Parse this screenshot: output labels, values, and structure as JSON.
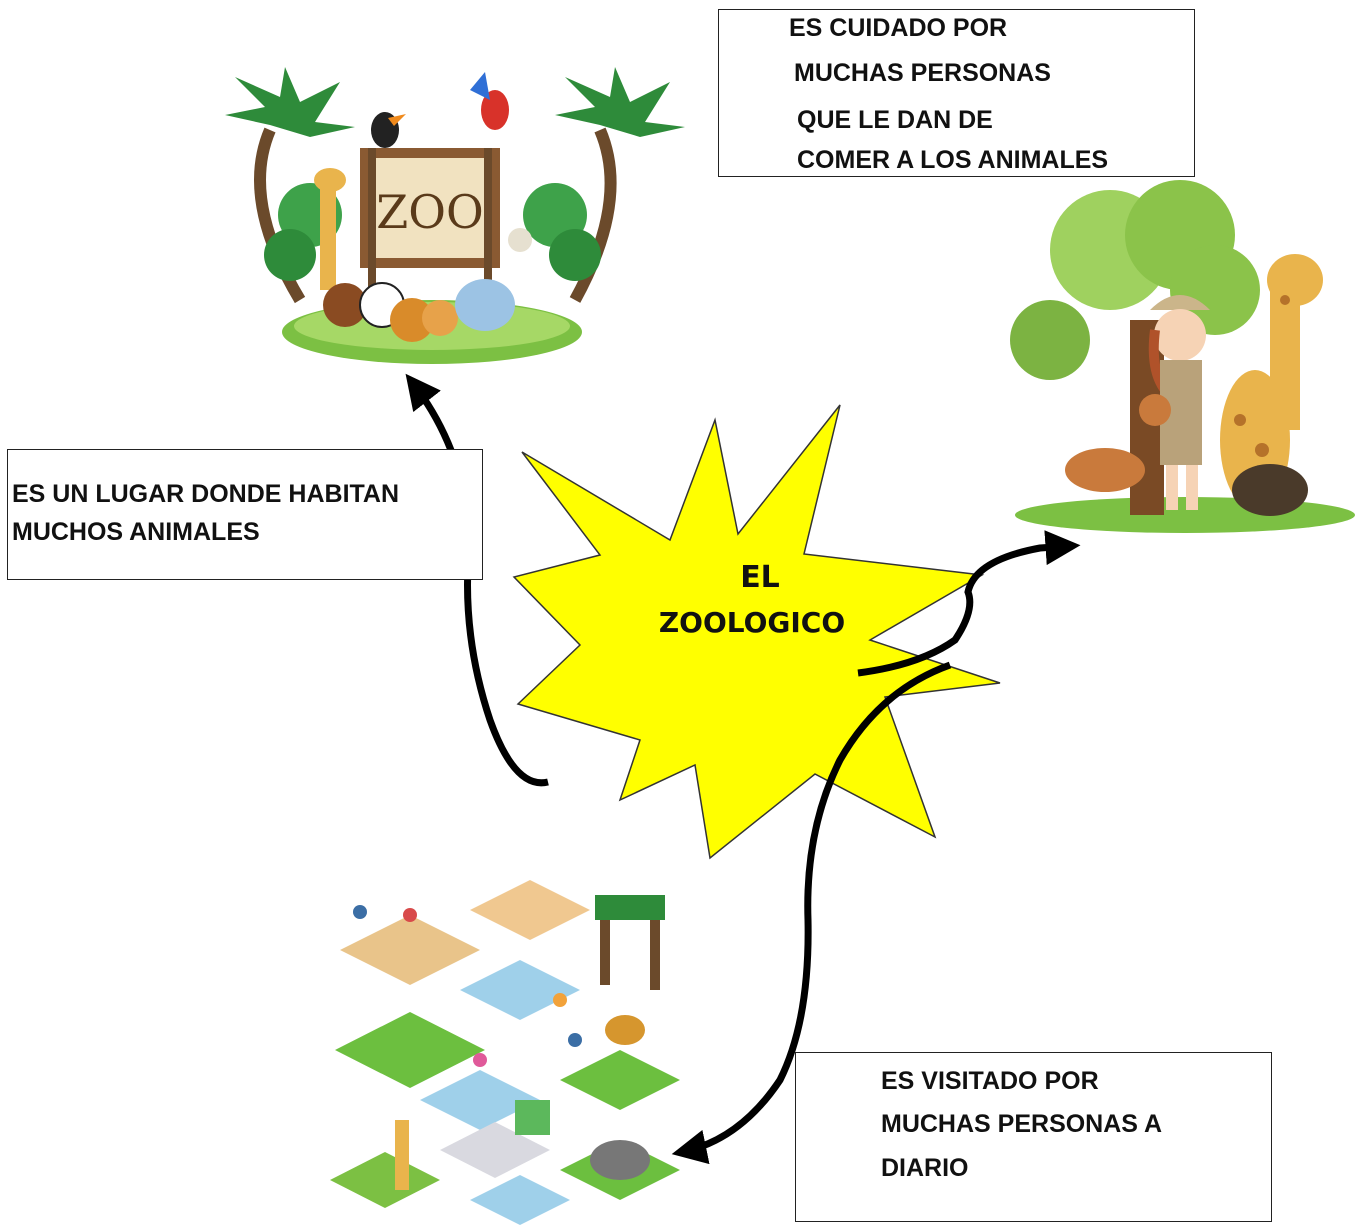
{
  "center": {
    "line1": "EL",
    "line2": "ZOOLOGICO",
    "color": "#ffff00"
  },
  "boxes": {
    "care": [
      "ES CUIDADO POR",
      "MUCHAS PERSONAS",
      "QUE LE DAN DE",
      "COMER A LOS ANIMALES"
    ],
    "place": [
      "ES UN LUGAR DONDE HABITAN",
      "MUCHOS ANIMALES"
    ],
    "visit": [
      "ES VISITADO POR",
      "MUCHAS PERSONAS A",
      "DIARIO"
    ]
  },
  "illustrations": {
    "zoo_sign": {
      "text": "ZOO",
      "icon": "zoo-entrance-illustration"
    },
    "zookeeper": {
      "icon": "zookeeper-illustration"
    },
    "isometric_zoo": {
      "icon": "isometric-zoo-map-illustration"
    }
  }
}
